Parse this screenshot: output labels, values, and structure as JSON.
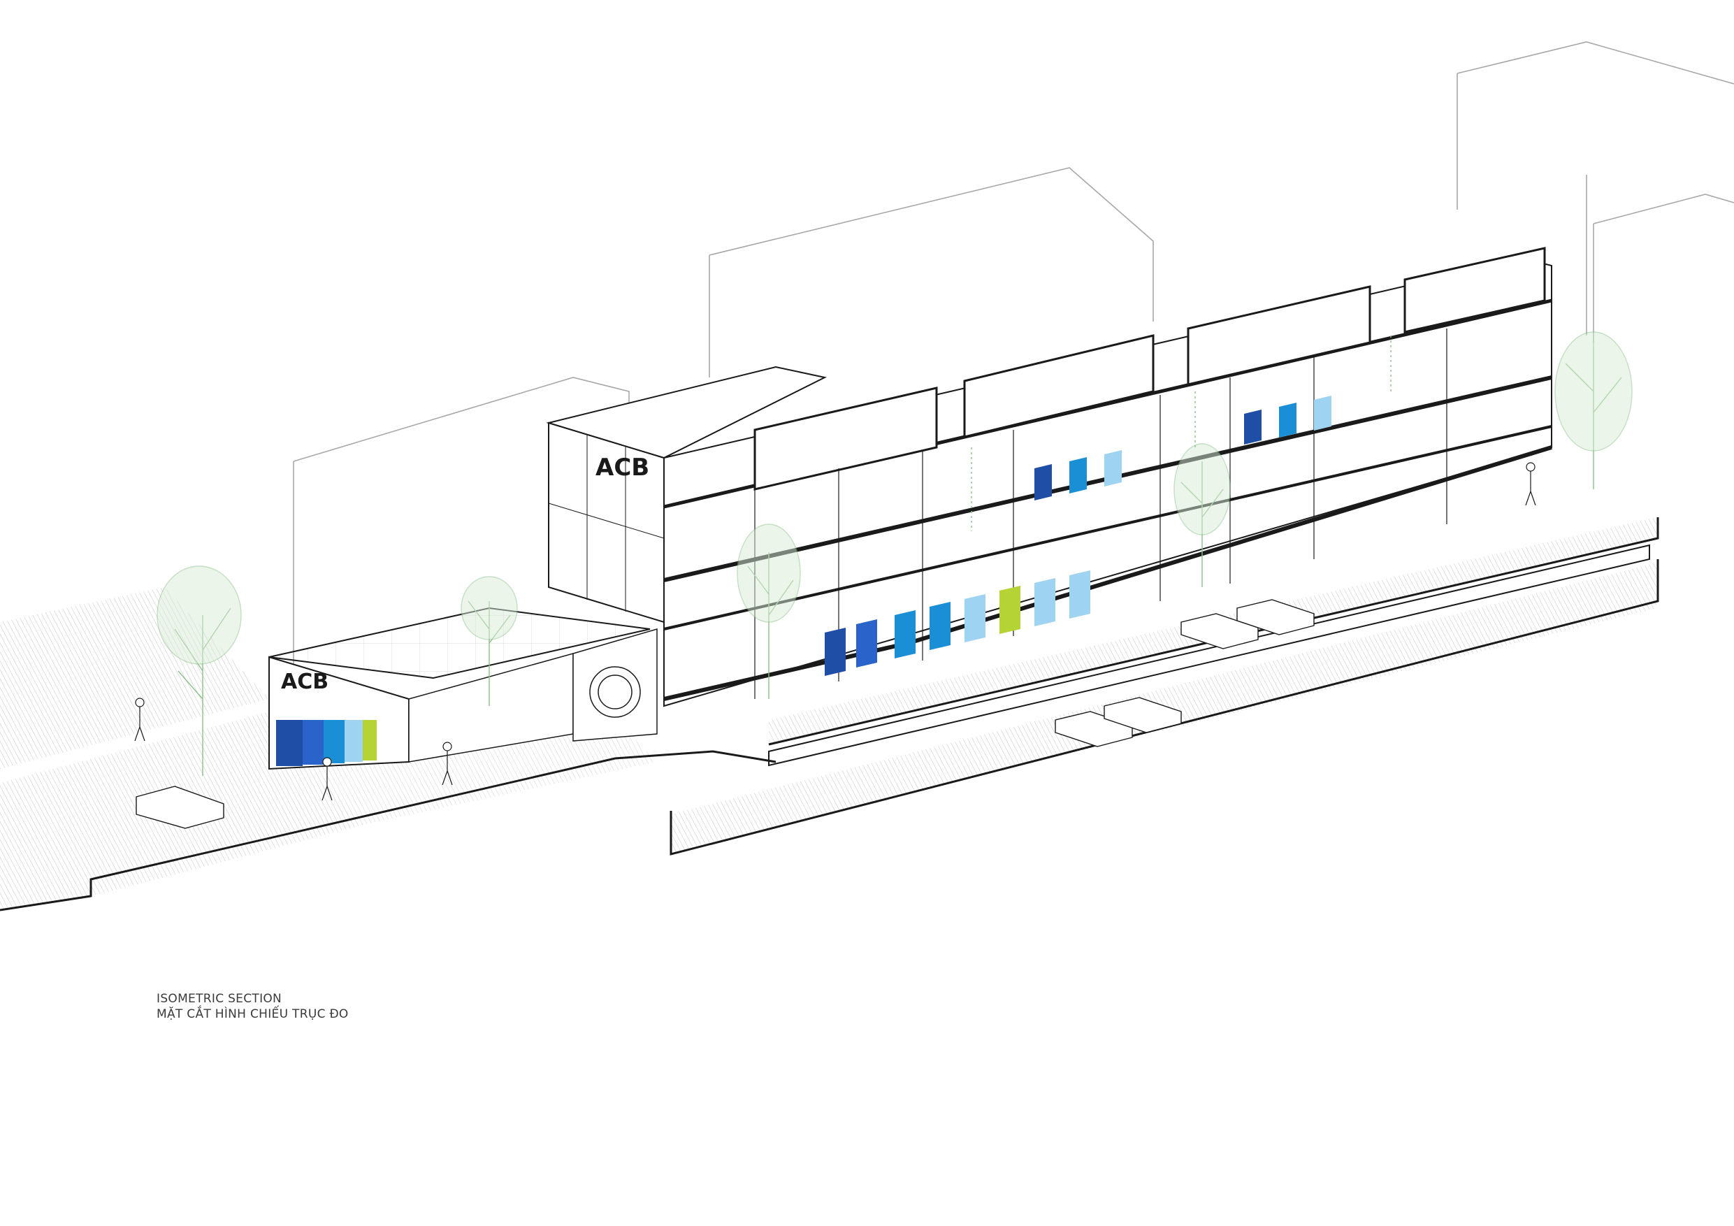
{
  "caption": {
    "line1": "ISOMETRIC SECTION",
    "line2": "MẶT CẮT HÌNH CHIẾU TRỤC ĐO"
  },
  "signage": {
    "main_tower": "ACB",
    "kiosk": "ACB"
  },
  "palette": {
    "line": "#1a1a1a",
    "context_line": "#9a9a9a",
    "hatch": "#bdbdbd",
    "plant": "#8cc08a",
    "blue_dark": "#1f4ea6",
    "blue_mid": "#1a8fd6",
    "blue_light": "#9fd3f2",
    "lime": "#b5d334"
  },
  "icons": {
    "tree": "tree-icon",
    "car": "car-icon",
    "person": "person-icon"
  }
}
